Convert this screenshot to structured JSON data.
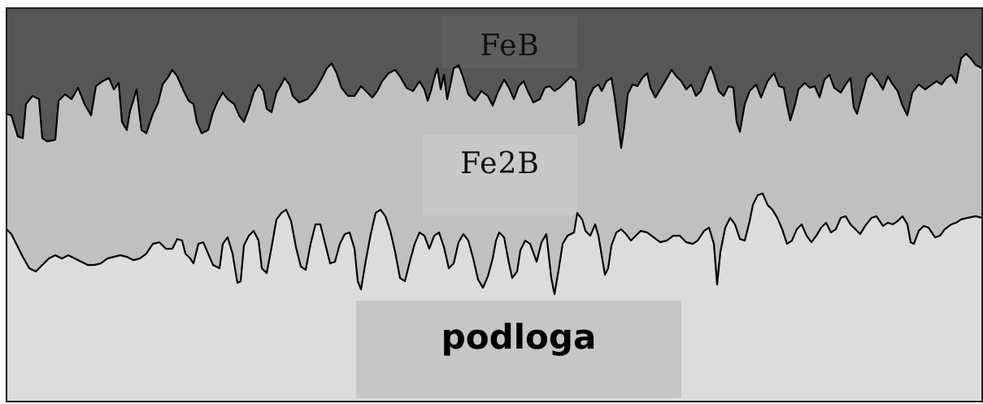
{
  "layers": {
    "feb": {
      "label": "FeB",
      "color": "#565656"
    },
    "fe2b": {
      "label": "Fe2B",
      "color": "#c0c0c0"
    },
    "substrate": {
      "label": "podloga",
      "color": "#dcdcdc"
    }
  },
  "colors": {
    "label_box_feb": "#5e5e5e",
    "label_box_fe2b": "#c8c8c8",
    "label_box_substrate": "#c6c6c6",
    "interface_line": "#000000",
    "border": "#222222"
  }
}
